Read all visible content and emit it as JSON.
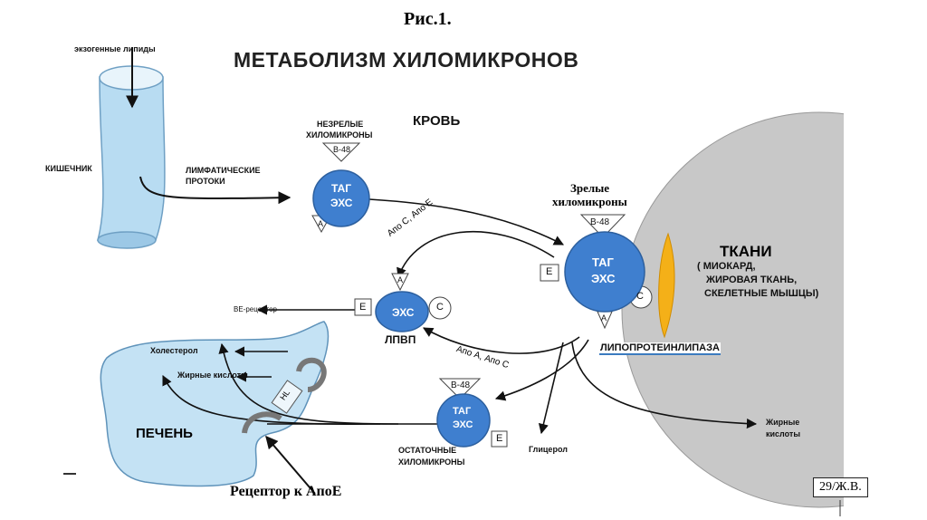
{
  "figure_label": "Рис.1.",
  "title": "МЕТАБОЛИЗМ ХИЛОМИКРОНОВ",
  "labels": {
    "exogenous_lipids": "экзогенные липиды",
    "intestine": "КИШЕЧНИК",
    "lymph_ducts_1": "ЛИМФАТИЧЕСКИЕ",
    "lymph_ducts_2": "ПРОТОКИ",
    "blood": "КРОВЬ",
    "immature_1": "НЕЗРЕЛЫЕ",
    "immature_2": "ХИЛОМИКРОНЫ",
    "mature_1": "Зрелые",
    "mature_2": "хиломикроны",
    "tissues": "ТКАНИ",
    "tissues_list_1": "( МИОКАРД,",
    "tissues_list_2": "ЖИРОВАЯ ТКАНЬ,",
    "tissues_list_3": "СКЕЛЕТНЫЕ МЫШЦЫ)",
    "lipoprotein_lipase": "ЛИПОПРОТЕИНЛИПАЗА",
    "hdl": "ЛПВП",
    "apo_ce": "Апо С, Апо Е",
    "apo_ac": "Апо А, Апо С",
    "be_receptor": "ВЕ-рецептор",
    "cholesterol": "Холестерол",
    "fatty_acids_liver": "Жирные кислоты",
    "liver": "ПЕЧЕНЬ",
    "hl": "HL",
    "residual_1": "ОСТАТОЧНЫЕ",
    "residual_2": "ХИЛОМИКРОНЫ",
    "glycerol": "Глицерол",
    "fatty_acids_1": "Жирные",
    "fatty_acids_2": "кислоты",
    "apoe_receptor": "Рецептор к АпоЕ",
    "page_number": "29/Ж.В."
  },
  "particles": {
    "immature": {
      "line1": "ТАГ",
      "line2": "ЭХС",
      "top": "B-48",
      "bottom": "A"
    },
    "mature": {
      "line1": "ТАГ",
      "line2": "ЭХС",
      "top": "B-48",
      "e": "E",
      "c": "C",
      "a": "A"
    },
    "hdl": {
      "line1": "ЭХС",
      "top": "A",
      "e": "E",
      "c": "C"
    },
    "residual": {
      "line1": "ТАГ",
      "line2": "ЭХС",
      "top": "B-48",
      "e": "E"
    }
  },
  "colors": {
    "particle": "#3f7fcf",
    "particle_stroke": "#2c5f9e",
    "intestine": "#b8dcf2",
    "liver": "#c4e2f4",
    "tissue": "#c8c8c8",
    "lipase": "#f4b018"
  }
}
